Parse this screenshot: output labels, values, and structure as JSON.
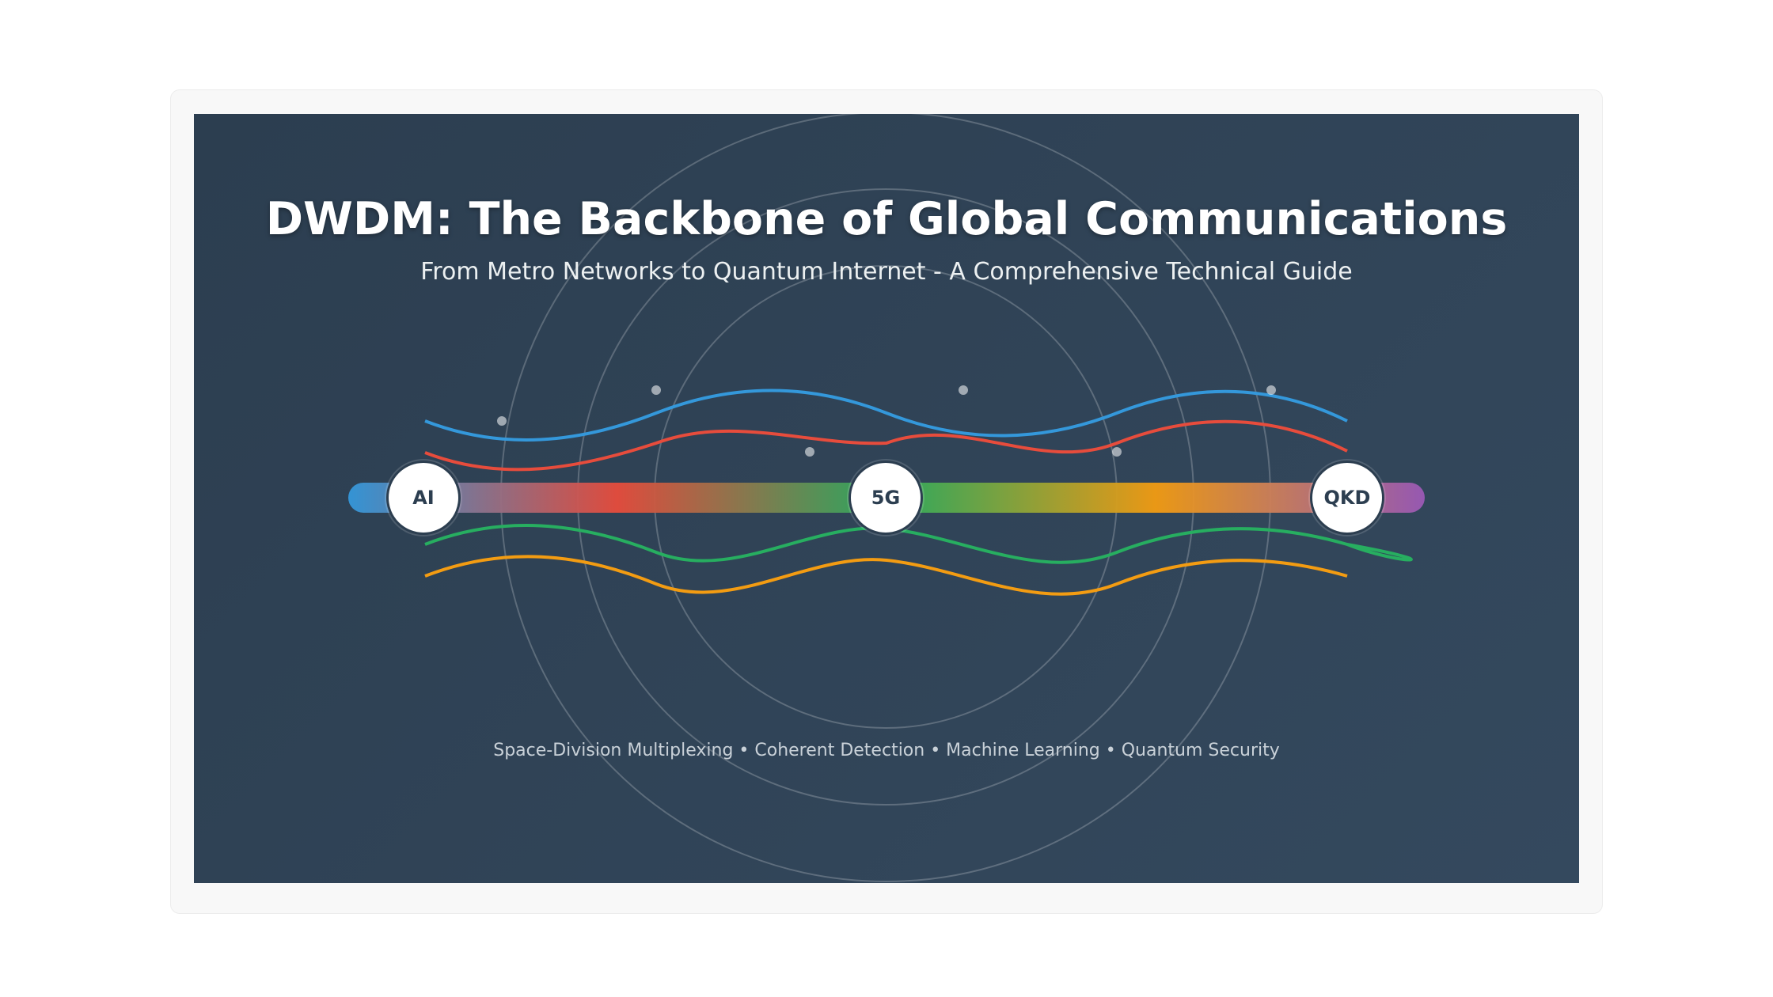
{
  "banner": {
    "title": "DWDM: The Backbone of Global Communications",
    "subtitle": "From Metro Networks to Quantum Internet - A Comprehensive Technical Guide",
    "tags": "Space-Division Multiplexing • Coherent Detection • Machine Learning • Quantum Security"
  },
  "nodes": [
    {
      "label": "AI"
    },
    {
      "label": "5G"
    },
    {
      "label": "QKD"
    }
  ],
  "colors": {
    "background_start": "#2c3e50",
    "background_end": "#34495e",
    "wave_blue": "#3498db",
    "wave_red": "#e74c3c",
    "wave_green": "#27ae60",
    "wave_orange": "#f39c12",
    "bar_purple": "#9b59b6",
    "text_white": "#ffffff"
  }
}
